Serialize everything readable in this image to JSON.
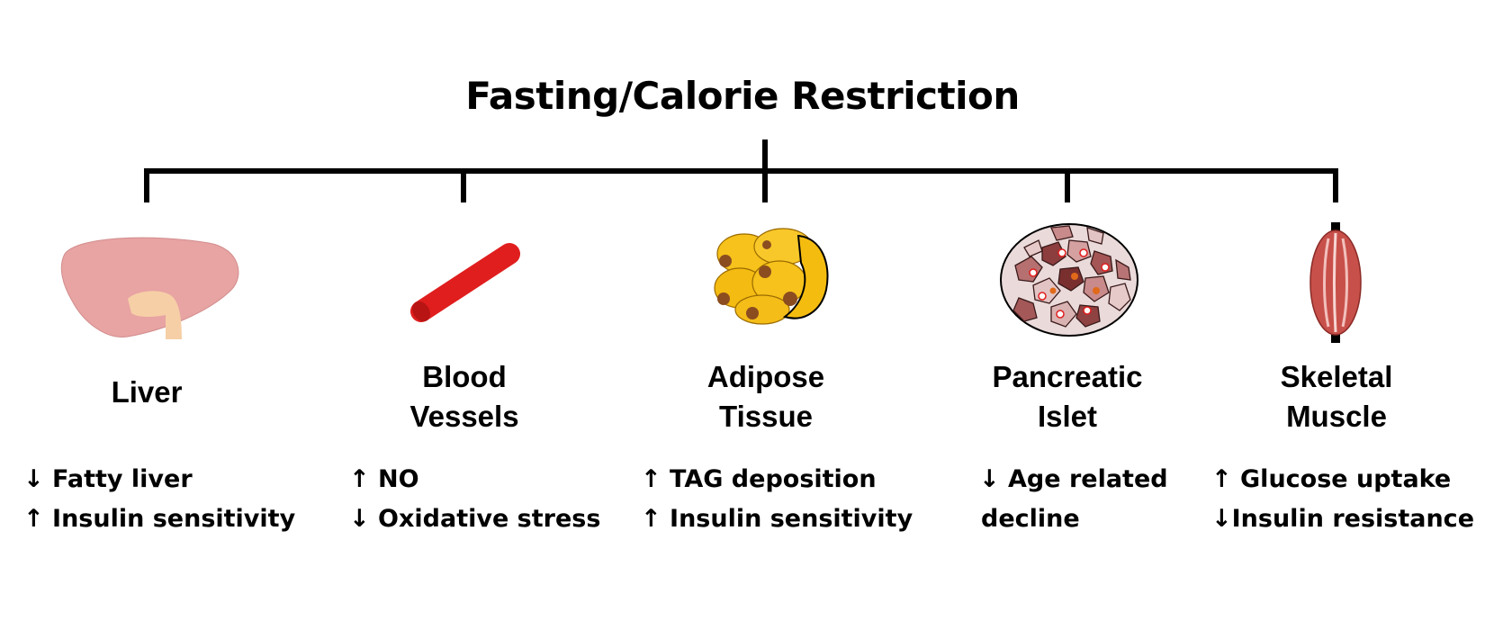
{
  "title": "Fasting/Calorie Restriction",
  "organs": [
    {
      "icon": "liver-icon",
      "name": [
        "Liver"
      ],
      "effects": [
        "↓ Fatty liver",
        "↑ Insulin sensitivity"
      ]
    },
    {
      "icon": "blood-vessel-icon",
      "name": [
        "Blood",
        "Vessels"
      ],
      "effects": [
        "↑ NO",
        "↓ Oxidative stress"
      ]
    },
    {
      "icon": "adipose-tissue-icon",
      "name": [
        "Adipose",
        "Tissue"
      ],
      "effects": [
        "↑ TAG deposition",
        "↑ Insulin sensitivity"
      ]
    },
    {
      "icon": "pancreatic-islet-icon",
      "name": [
        "Pancreatic",
        "Islet"
      ],
      "effects": [
        "↓ Age related",
        "decline"
      ]
    },
    {
      "icon": "skeletal-muscle-icon",
      "name": [
        "Skeletal",
        "Muscle"
      ],
      "effects": [
        "↑ Glucose uptake",
        "↓Insulin resistance"
      ]
    }
  ],
  "colors": {
    "liver": "#e8a3a3",
    "liver_duct": "#f6cfa6",
    "vessel": "#e01e1e",
    "fat": "#f6c21b",
    "fat_nucleus": "#8b4d20",
    "islet": "#d9a6a6",
    "muscle": "#c8504a"
  }
}
